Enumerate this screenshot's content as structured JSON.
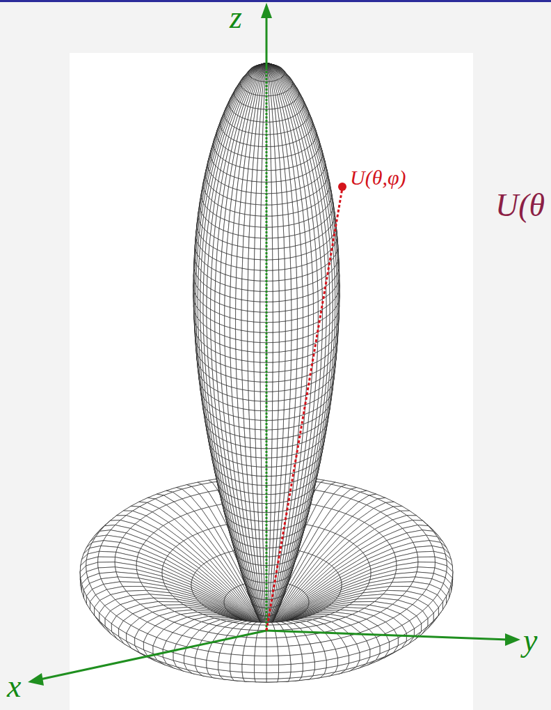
{
  "diagram": {
    "labels": [
      "z",
      "U(θ,φ)",
      "U(θ",
      "y",
      "x"
    ]
  }
}
